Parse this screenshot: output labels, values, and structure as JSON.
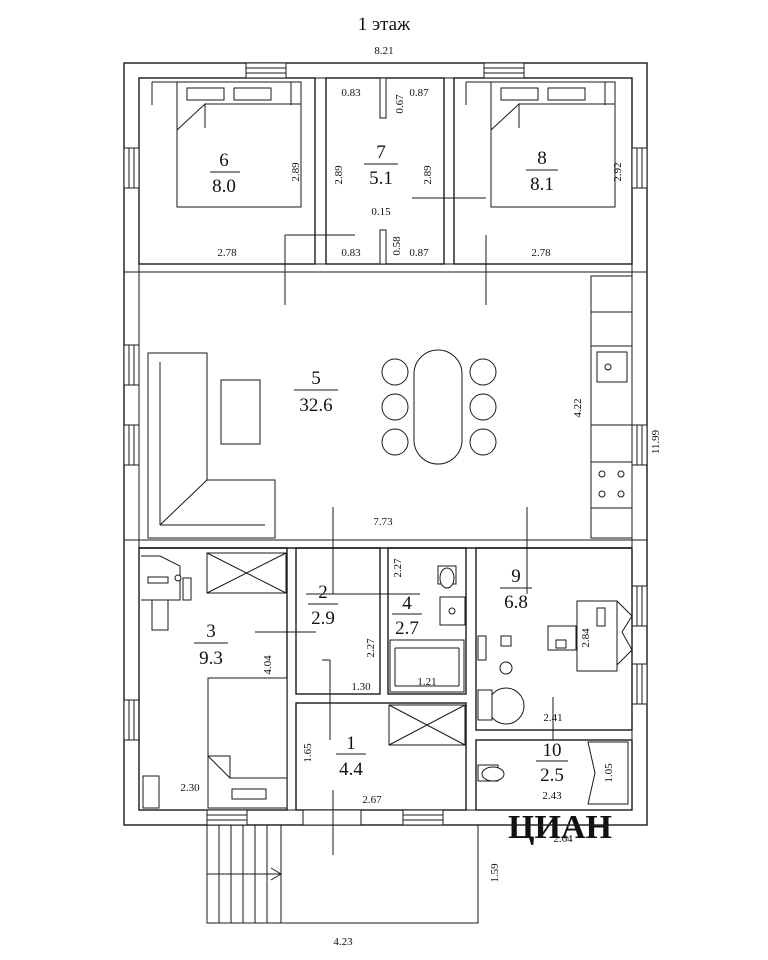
{
  "title": "1 этаж",
  "watermark": "ЦИАН",
  "rooms": [
    {
      "id": "1",
      "area": "4.4"
    },
    {
      "id": "2",
      "area": "2.9"
    },
    {
      "id": "3",
      "area": "9.3"
    },
    {
      "id": "4",
      "area": "2.7"
    },
    {
      "id": "5",
      "area": "32.6"
    },
    {
      "id": "6",
      "area": "8.0"
    },
    {
      "id": "7",
      "area": "5.1"
    },
    {
      "id": "8",
      "area": "8.1"
    },
    {
      "id": "9",
      "area": "6.8"
    },
    {
      "id": "10",
      "area": "2.5"
    }
  ],
  "dimensions": {
    "top_width": "8.21",
    "total_height": "11.99",
    "porch_width": "4.23",
    "porch_depth": "1.59",
    "bottom_right": "2.64",
    "room6_width": "2.78",
    "room6_height": "2.89",
    "room7_left": "2.89",
    "room7_right": "2.89",
    "room7_top_a": "0.83",
    "room7_top_b": "0.67",
    "room7_top_c": "0.87",
    "room7_mid": "0.15",
    "room7_bot_a": "0.83",
    "room7_bot_b": "0.58",
    "room7_bot_c": "0.87",
    "room8_width": "2.78",
    "room8_height": "2.92",
    "room5_height": "4.22",
    "room5_width": "7.73",
    "room3_height": "4.04",
    "room3_width": "2.30",
    "room2_width": "1.30",
    "room2_height": "2.27",
    "room4_height_top": "2.27",
    "room4_width": "1.21",
    "room9_width": "2.41",
    "room9_height": "2.84",
    "room1_height": "1.65",
    "room1_width": "2.67",
    "room10_width": "2.43",
    "room10_height": "1.05"
  }
}
